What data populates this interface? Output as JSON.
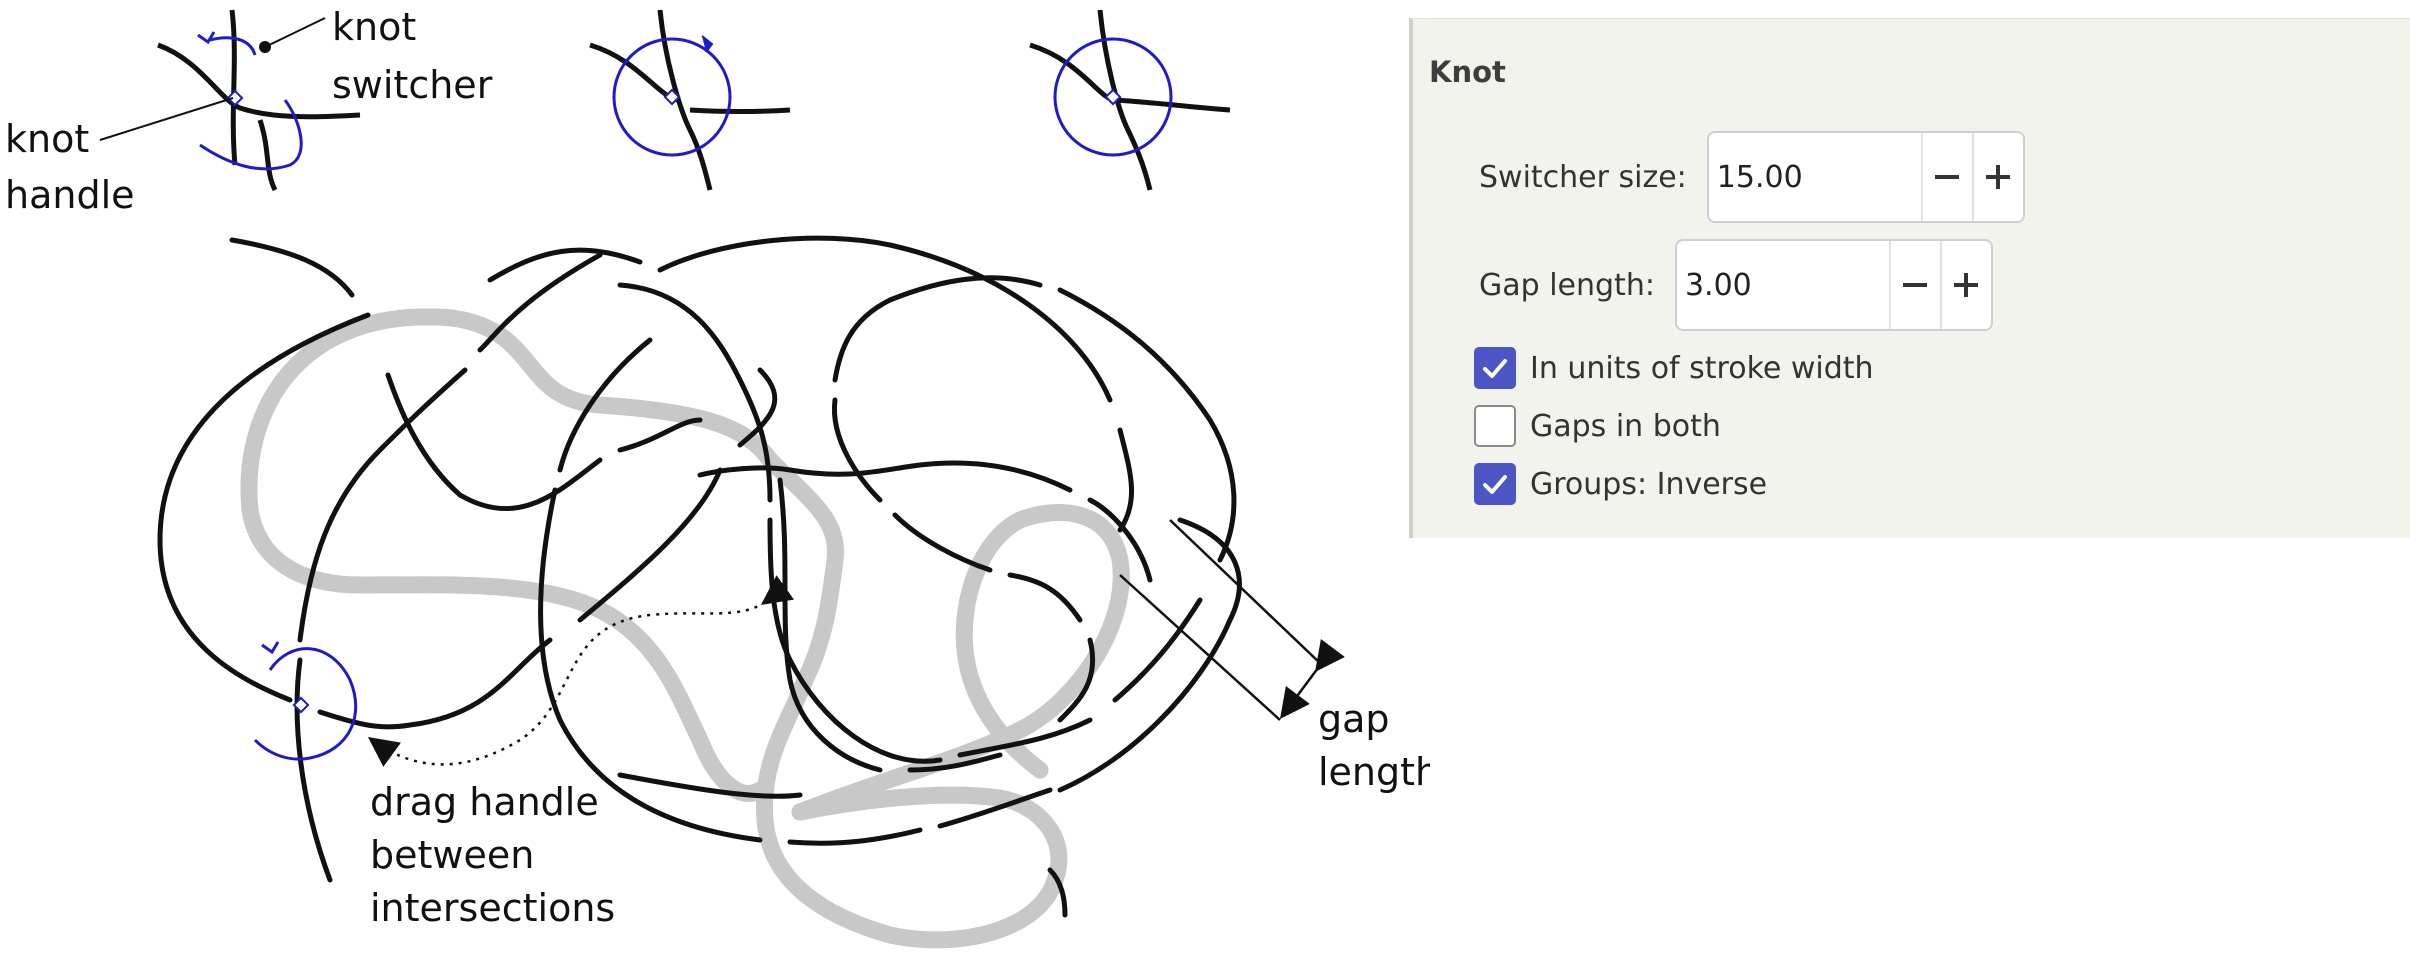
{
  "illustration": {
    "label_knot_switcher_line1": "knot",
    "label_knot_switcher_line2": "switcher",
    "label_knot_handle_line1": "knot",
    "label_knot_handle_line2": "handle",
    "label_drag_line1": "drag handle",
    "label_drag_line2": "between",
    "label_drag_line3": "intersections",
    "label_gap_line1": "gap",
    "label_gap_line2": "length",
    "colors": {
      "knot_stroke": "#111111",
      "gray_strand": "#c8c8c8",
      "switcher_blue": "#1c1ccc"
    }
  },
  "panel": {
    "title": "Knot",
    "switcher_size": {
      "label": "Switcher size:",
      "value": "15.00"
    },
    "gap_length": {
      "label": "Gap length:",
      "value": "3.00"
    },
    "options": [
      {
        "label": "In units of stroke width",
        "checked": true
      },
      {
        "label": "Gaps in both",
        "checked": false
      },
      {
        "label": "Groups: Inverse",
        "checked": true
      }
    ],
    "colors": {
      "checkbox_accent": "#4b55c4",
      "panel_bg": "#f3f3ee"
    }
  }
}
